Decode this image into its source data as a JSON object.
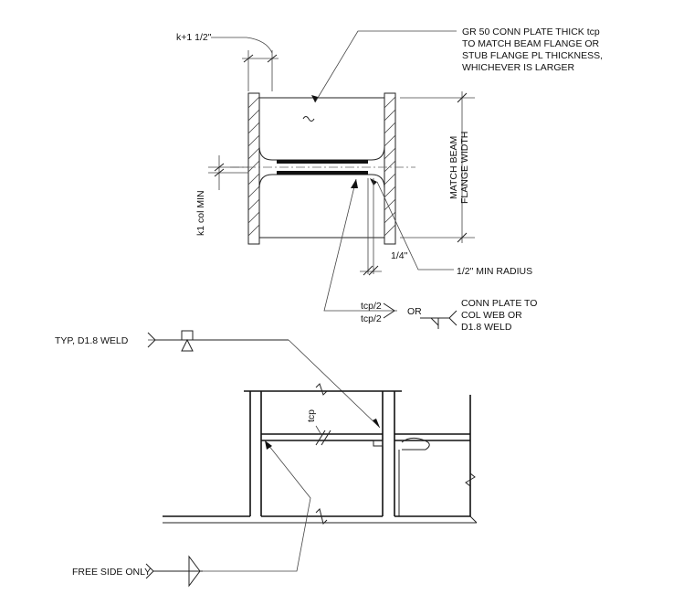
{
  "notes": {
    "conn_plate_lines": [
      "GR 50 CONN PLATE THICK tcp",
      "TO MATCH BEAM FLANGE OR",
      "STUB FLANGE PL THICKNESS,",
      "WHICHEVER IS LARGER"
    ],
    "k_dim": "k+1 1/2\"",
    "k1_col_min": "k1 col MIN",
    "match_beam": "MATCH BEAM",
    "flange_width": "FLANGE WIDTH",
    "quarter": "1/4\"",
    "min_radius": "1/2\" MIN RADIUS",
    "tcp_half_a": "tcp/2",
    "tcp_half_b": "tcp/2",
    "or": "OR",
    "conn_plate_to_lines": [
      "CONN PLATE TO",
      "COL WEB OR",
      "D1.8 WELD"
    ],
    "typ_weld": "TYP, D1.8 WELD",
    "tcp": "tcp",
    "free_side": "FREE SIDE ONLY"
  }
}
